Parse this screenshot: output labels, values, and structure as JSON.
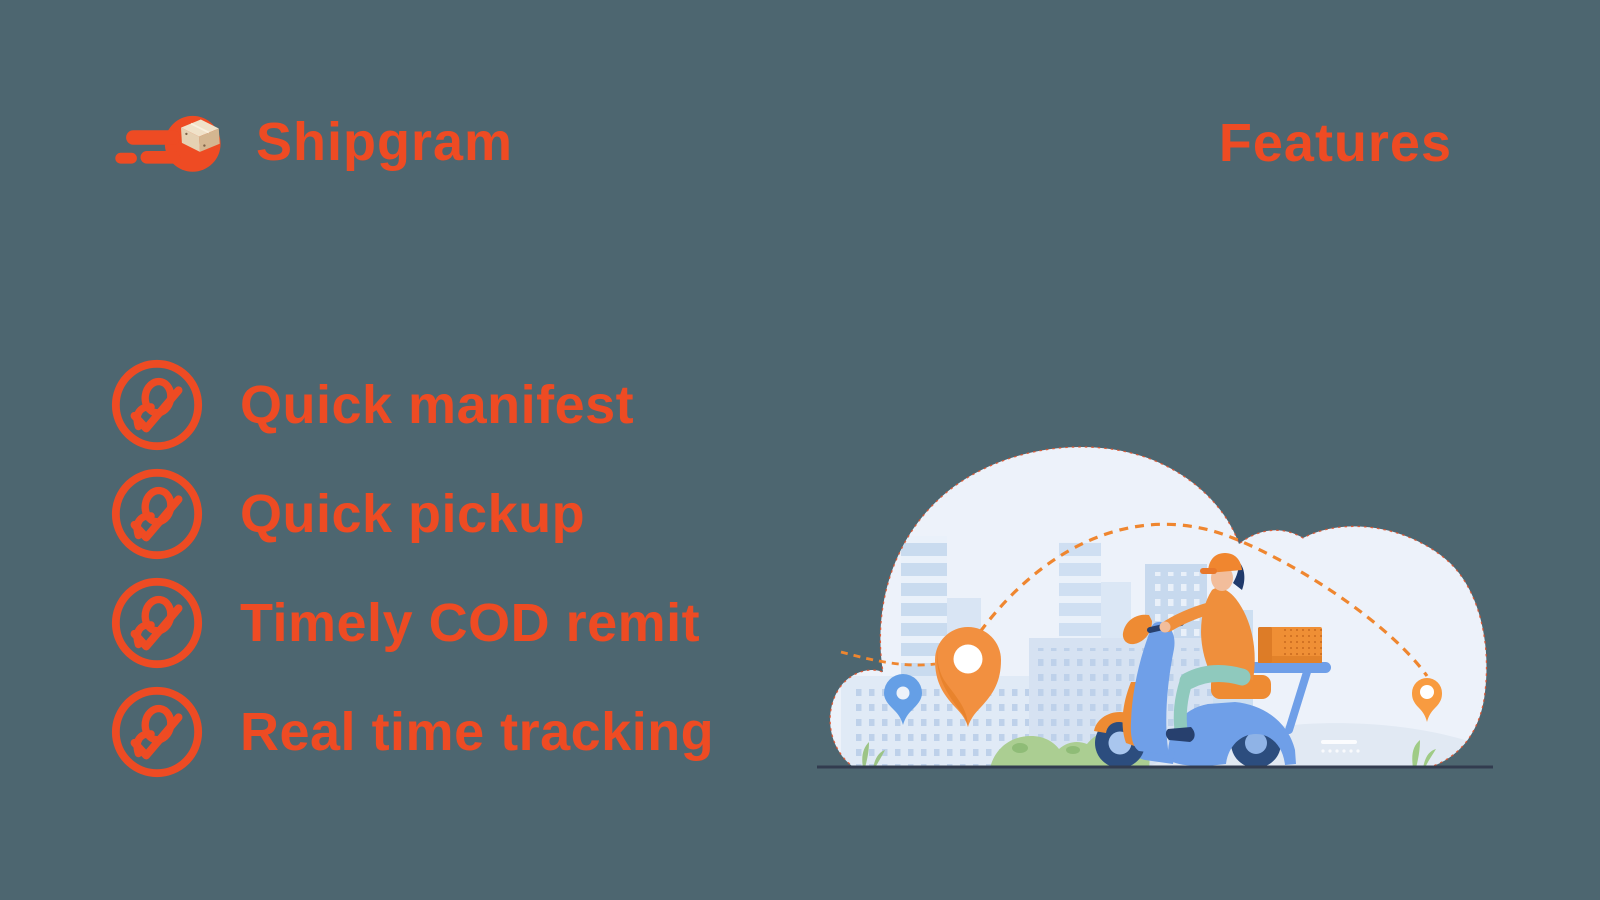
{
  "colors": {
    "background": "#4d6670",
    "accent": "#ee4b23"
  },
  "header": {
    "brand": "Shipgram",
    "logo_icon": "package-comet-icon",
    "heading": "Features"
  },
  "features": {
    "icon": "user-check-icon",
    "items": [
      {
        "label": "Quick manifest"
      },
      {
        "label": "Quick pickup"
      },
      {
        "label": "Timely COD remit"
      },
      {
        "label": "Real time tracking"
      }
    ]
  },
  "illustration": {
    "name": "delivery-rider-illustration",
    "description": "Delivery rider on blue scooter with parcel box, light city skyline inside cloud shape, dashed orange route arc connecting location pins",
    "palette": {
      "cloud": "#edf2fa",
      "scooter_blue": "#6f9fe8",
      "orange": "#ef8f3c",
      "navy": "#2c4d7e",
      "green": "#abce92"
    }
  }
}
